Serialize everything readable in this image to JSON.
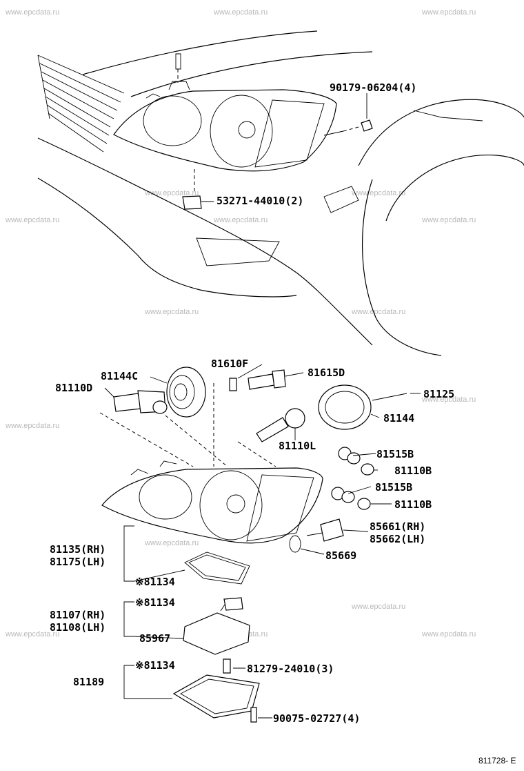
{
  "watermark": "www.epcdata.ru",
  "diagram_code": "811728- E",
  "labels": {
    "p90179": "90179-06204(4)",
    "p53271": "53271-44010(2)",
    "p81610F": "81610F",
    "p81144C": "81144C",
    "p81615D": "81615D",
    "p81110D": "81110D",
    "p81125": "81125",
    "p81144": "81144",
    "p81110L": "81110L",
    "p81515B_1": "81515B",
    "p81110B_1": "81110B",
    "p81515B_2": "81515B",
    "p81110B_2": "81110B",
    "p85661": "85661(RH)",
    "p85662": "85662(LH)",
    "p85669": "85669",
    "p81135": "81135(RH)",
    "p81175": "81175(LH)",
    "p81134_1": "※81134",
    "p81134_2": "※81134",
    "p81107": "81107(RH)",
    "p81108": "81108(LH)",
    "p85967": "85967",
    "p81279": "81279-24010(3)",
    "p81134_3": "※81134",
    "p81189": "81189",
    "p90075": "90075-02727(4)"
  }
}
